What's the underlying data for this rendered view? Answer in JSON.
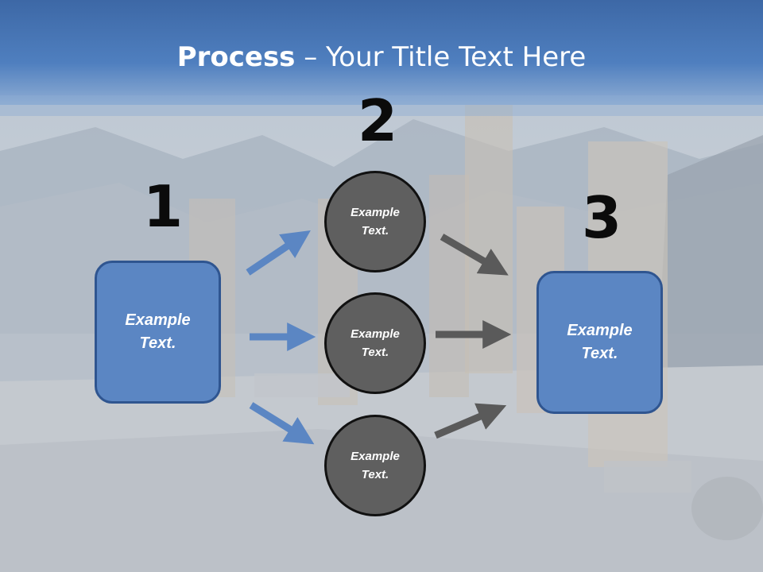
{
  "title": {
    "strong": "Process",
    "rest": " – Your Title Text Here"
  },
  "steps": {
    "one": "1",
    "two": "2",
    "three": "3"
  },
  "left_box": {
    "line1": "Example",
    "line2": "Text."
  },
  "right_box": {
    "line1": "Example",
    "line2": "Text."
  },
  "circles": [
    {
      "line1": "Example",
      "line2": "Text."
    },
    {
      "line1": "Example",
      "line2": "Text."
    },
    {
      "line1": "Example",
      "line2": "Text."
    }
  ],
  "colors": {
    "blue_arrow": "#5b86c3",
    "gray_arrow": "#5a5a5a",
    "header": "#4a78b5",
    "box": "#5b86c3",
    "circle": "#5f5f5f"
  }
}
